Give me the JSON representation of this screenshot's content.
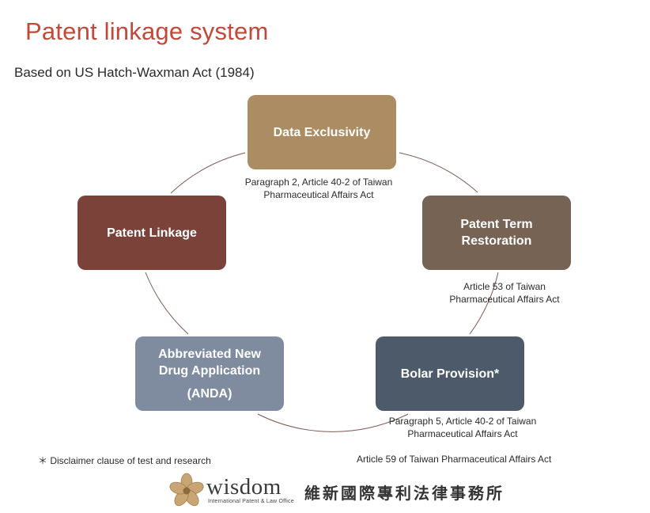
{
  "title": "Patent linkage system",
  "subtitle": "Based on US Hatch-Waxman Act (1984)",
  "nodes": {
    "data_exclusivity": "Data Exclusivity",
    "patent_term": [
      "Patent Term",
      "Restoration"
    ],
    "bolar": "Bolar Provision*",
    "anda": [
      "Abbreviated New",
      "Drug Application",
      "(ANDA)"
    ],
    "patent_linkage": "Patent Linkage"
  },
  "notes": {
    "data_exclusivity": [
      "Paragraph 2, Article 40-2 of Taiwan",
      "Pharmaceutical Affairs Act"
    ],
    "patent_term": [
      "Article 53 of Taiwan",
      "Pharmaceutical Affairs Act"
    ],
    "bolar": [
      "Paragraph 5, Article 40-2 of Taiwan",
      "Pharmaceutical Affairs Act"
    ]
  },
  "footer": {
    "disclaimer": "＊ Disclaimer clause of test and research",
    "article59": "Article 59 of Taiwan Pharmaceutical Affairs Act"
  },
  "logo": {
    "word": "wisdom",
    "sub": "International Patent & Law Office",
    "chinese": "維新國際專利法律事務所"
  },
  "colors": {
    "title": "#c2493a",
    "data_exclusivity": "#ab8c63",
    "patent_term": "#776354",
    "bolar": "#4d5a6a",
    "anda": "#7f8ca0",
    "patent_linkage": "#7a4239"
  }
}
